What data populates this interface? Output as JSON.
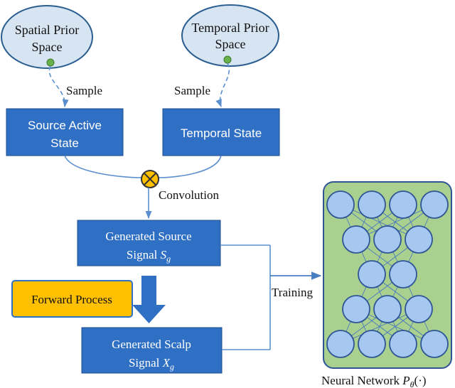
{
  "priors": {
    "spatial": {
      "line1": "Spatial Prior",
      "line2": "Space"
    },
    "temporal": {
      "line1": "Temporal Prior",
      "line2": "Space"
    }
  },
  "edges": {
    "sample_left": "Sample",
    "sample_right": "Sample",
    "convolution": "Convolution",
    "training": "Training"
  },
  "states": {
    "source_active": {
      "line1": "Source Active",
      "line2": "State"
    },
    "temporal": "Temporal State"
  },
  "signals": {
    "source": {
      "line1": "Generated Source",
      "line2_text": "Signal ",
      "symbol": "S",
      "subscript": "g"
    },
    "scalp": {
      "line1": "Generated Scalp",
      "line2_text": "Signal ",
      "symbol": "X",
      "subscript": "g"
    }
  },
  "forward_process": "Forward Process",
  "network": {
    "caption_text": "Neural Network ",
    "symbol": "P",
    "subscript": "θ",
    "args": "(·)",
    "layers": [
      4,
      3,
      2,
      3,
      4
    ]
  },
  "colors": {
    "box_blue": "#2f6fc4",
    "ellipse_fill": "#d7e4f1",
    "ellipse_stroke": "#2a5d8f",
    "arrow_blue": "#5b8fd0",
    "dot_green": "#6ab04c",
    "orange": "#ffc000",
    "network_green": "#a9d08e",
    "node_fill": "#a6c8f0"
  }
}
